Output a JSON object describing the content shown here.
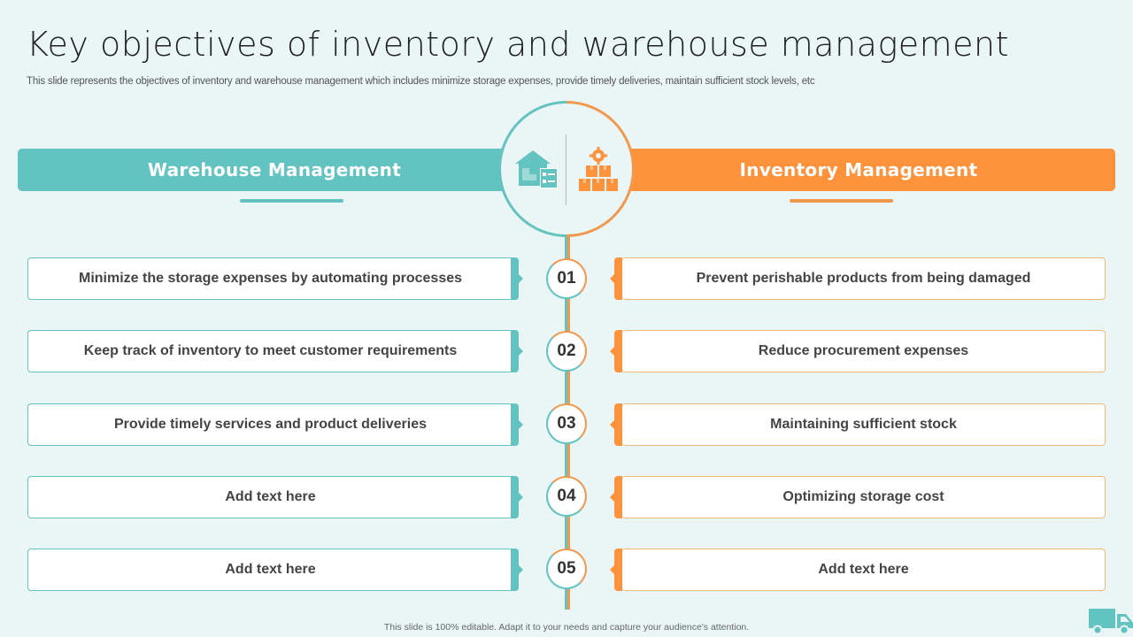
{
  "slide": {
    "title": "Key objectives of inventory and warehouse management",
    "subtitle": "This slide represents the objectives of inventory and warehouse management which includes minimize storage expenses, provide timely deliveries, maintain sufficient stock levels, etc",
    "footer": "This slide is 100% editable.  Adapt it to your needs and capture your audience's attention."
  },
  "colors": {
    "teal": "#62c3c0",
    "orange": "#fd923c",
    "background": "#eaf5f5"
  },
  "warehouse": {
    "heading": "Warehouse Management",
    "icon": "warehouse-checklist-icon",
    "items": [
      "Minimize the storage expenses by automating processes",
      "Keep track of inventory to meet customer requirements",
      "Provide timely  services and product deliveries",
      "Add text here",
      "Add text here"
    ]
  },
  "inventory": {
    "heading": "Inventory Management",
    "icon": "boxes-gear-icon",
    "items": [
      "Prevent perishable products from being damaged",
      "Reduce procurement expenses",
      "Maintaining sufficient stock",
      "Optimizing storage cost",
      "Add text here"
    ]
  },
  "numbers": [
    "01",
    "02",
    "03",
    "04",
    "05"
  ],
  "footer_icon": "delivery-truck-icon"
}
